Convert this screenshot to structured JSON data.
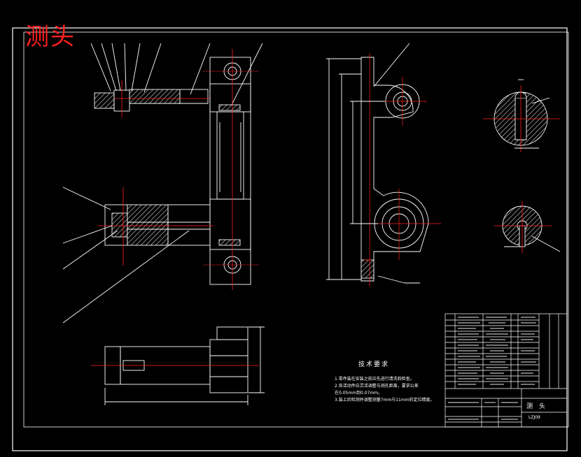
{
  "drawing": {
    "stamp_text": "测头",
    "title_block_name": "测 头",
    "title_block_code": "LZJ09",
    "colors": {
      "background": "#000000",
      "outline": "#ffffff",
      "centerline": "#ff2020",
      "hatch": "#c8c8c8",
      "stamp": "#ff2020"
    }
  },
  "requirements": {
    "title": "技术要求",
    "lines": [
      "1.零件装在安装之前应先进行清洗和检查。",
      "2.各活动件应灵活调整与测孔距离，要求公差",
      "  在0.05mm到0.07mm。",
      "3.装上后检测并调整测量7mm与11mm的定位精度。"
    ]
  }
}
